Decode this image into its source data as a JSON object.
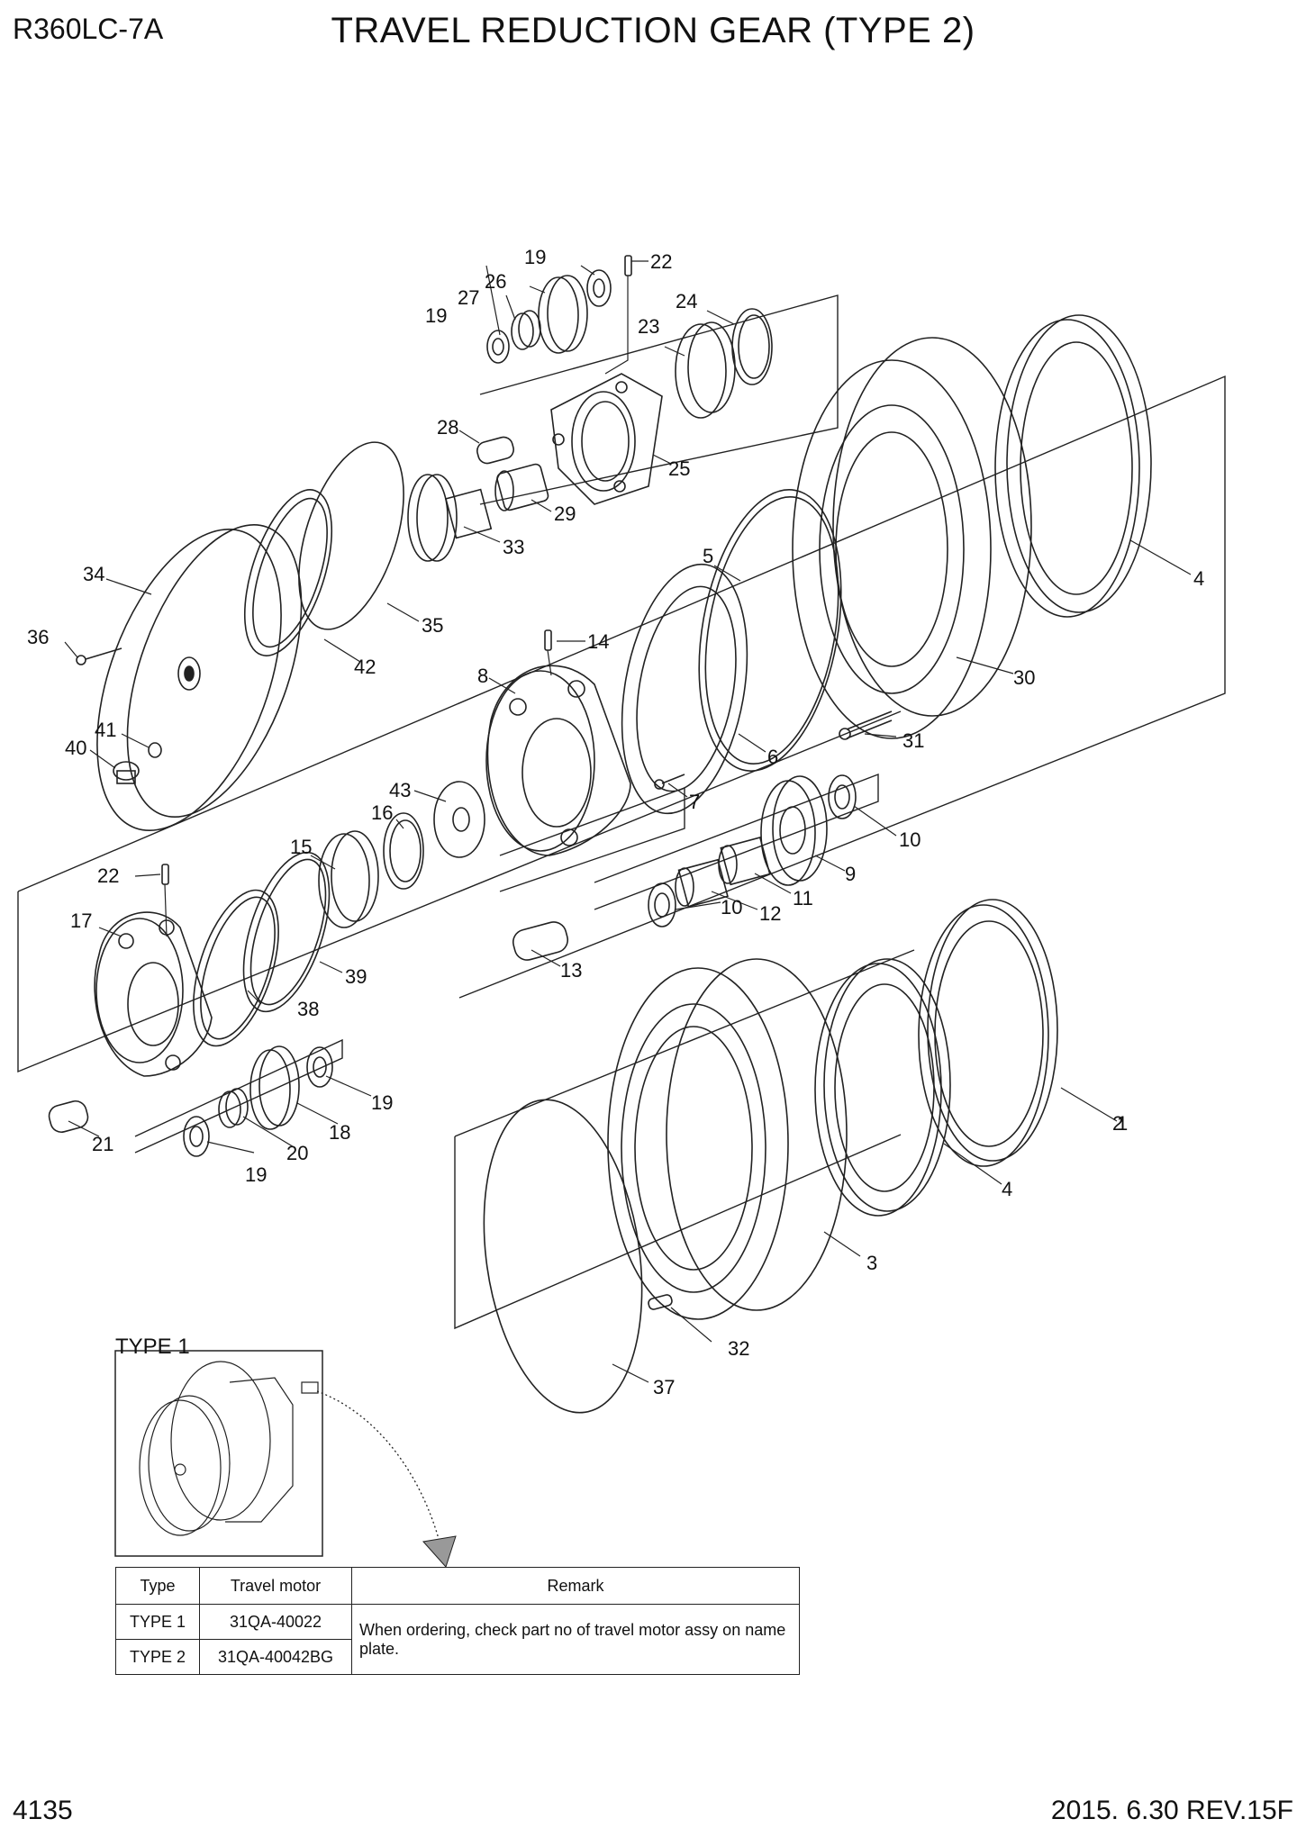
{
  "header": {
    "model": "R360LC-7A",
    "title": "TRAVEL REDUCTION GEAR (TYPE 2)"
  },
  "footer": {
    "page_number": "4135",
    "revision": "2015. 6.30  REV.15F"
  },
  "callouts": [
    "1",
    "2",
    "3",
    "4",
    "4",
    "5",
    "6",
    "7",
    "8",
    "9",
    "10",
    "10",
    "11",
    "12",
    "13",
    "14",
    "15",
    "16",
    "17",
    "18",
    "19",
    "19",
    "19",
    "19",
    "20",
    "21",
    "22",
    "22",
    "23",
    "24",
    "25",
    "26",
    "27",
    "28",
    "29",
    "30",
    "31",
    "32",
    "33",
    "34",
    "35",
    "36",
    "37",
    "38",
    "39",
    "40",
    "41",
    "42",
    "43"
  ],
  "inset": {
    "label": "TYPE 1"
  },
  "type_table": {
    "headers": [
      "Type",
      "Travel motor",
      "Remark"
    ],
    "rows": [
      {
        "type": "TYPE 1",
        "motor": "31QA-40022"
      },
      {
        "type": "TYPE 2",
        "motor": "31QA-40042BG"
      }
    ],
    "remark": "When ordering, check part no of travel motor assy on name plate."
  }
}
